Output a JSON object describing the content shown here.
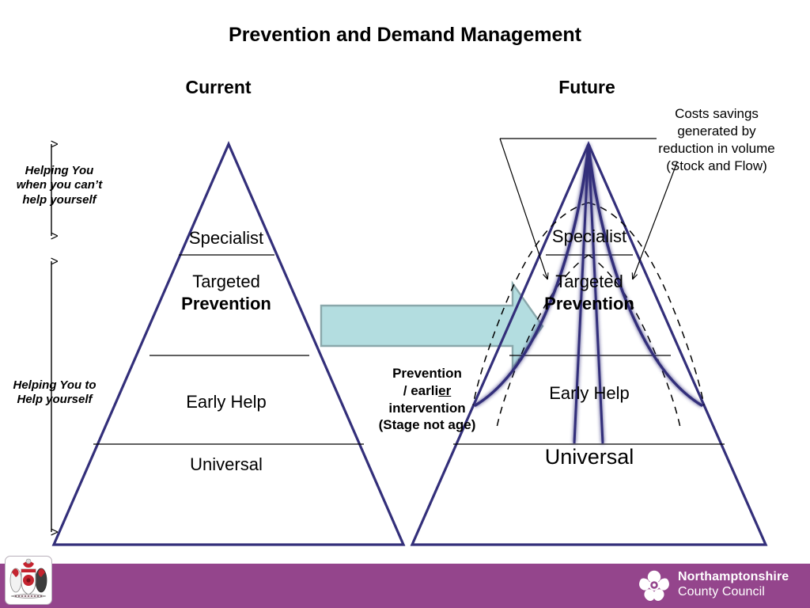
{
  "slide": {
    "title": "Prevention and Demand Management",
    "headings": {
      "left": "Current",
      "right": "Future"
    }
  },
  "brackets": [
    {
      "name": "helping-you-when",
      "text": "Helping You when you can’t help yourself"
    },
    {
      "name": "helping-you-to-help",
      "text": "Helping You to Help yourself"
    }
  ],
  "pyramids": {
    "current": {
      "heading": "Current",
      "tiers": [
        {
          "label": "Specialist",
          "emphasis": ""
        },
        {
          "label": "Targeted",
          "emphasis": "Prevention"
        },
        {
          "label": "Early Help",
          "emphasis": ""
        },
        {
          "label": "Universal",
          "emphasis": ""
        }
      ]
    },
    "future": {
      "heading": "Future",
      "tiers": [
        {
          "label": "Specialist",
          "emphasis": ""
        },
        {
          "label": "Targeted",
          "emphasis": "Prevention"
        },
        {
          "label": "Early Help",
          "emphasis": ""
        },
        {
          "label": "Universal",
          "emphasis": ""
        }
      ]
    }
  },
  "arrow": {
    "caption_line1": "Prevention",
    "caption_line2_a": "/ earli",
    "caption_line2_b": "er",
    "caption_line3": "intervention",
    "caption_line4": "(Stage not age)",
    "color": "#b3dde0",
    "border_color": "#8aa8ab"
  },
  "callout": {
    "line1": "Costs savings",
    "line2": "generated by",
    "line3": "reduction in volume",
    "line4": "(Stock and Flow)"
  },
  "footer": {
    "bar_color": "#94458c",
    "logo_line1": "Northamptonshire",
    "logo_line2": "County Council",
    "crest_icon": "coat-of-arms-icon",
    "rose_icon": "tudor-rose-icon"
  },
  "colors": {
    "pyramid_outline": "#332f7a",
    "divider": "#000000",
    "dashed": "#000000",
    "text": "#000000"
  }
}
